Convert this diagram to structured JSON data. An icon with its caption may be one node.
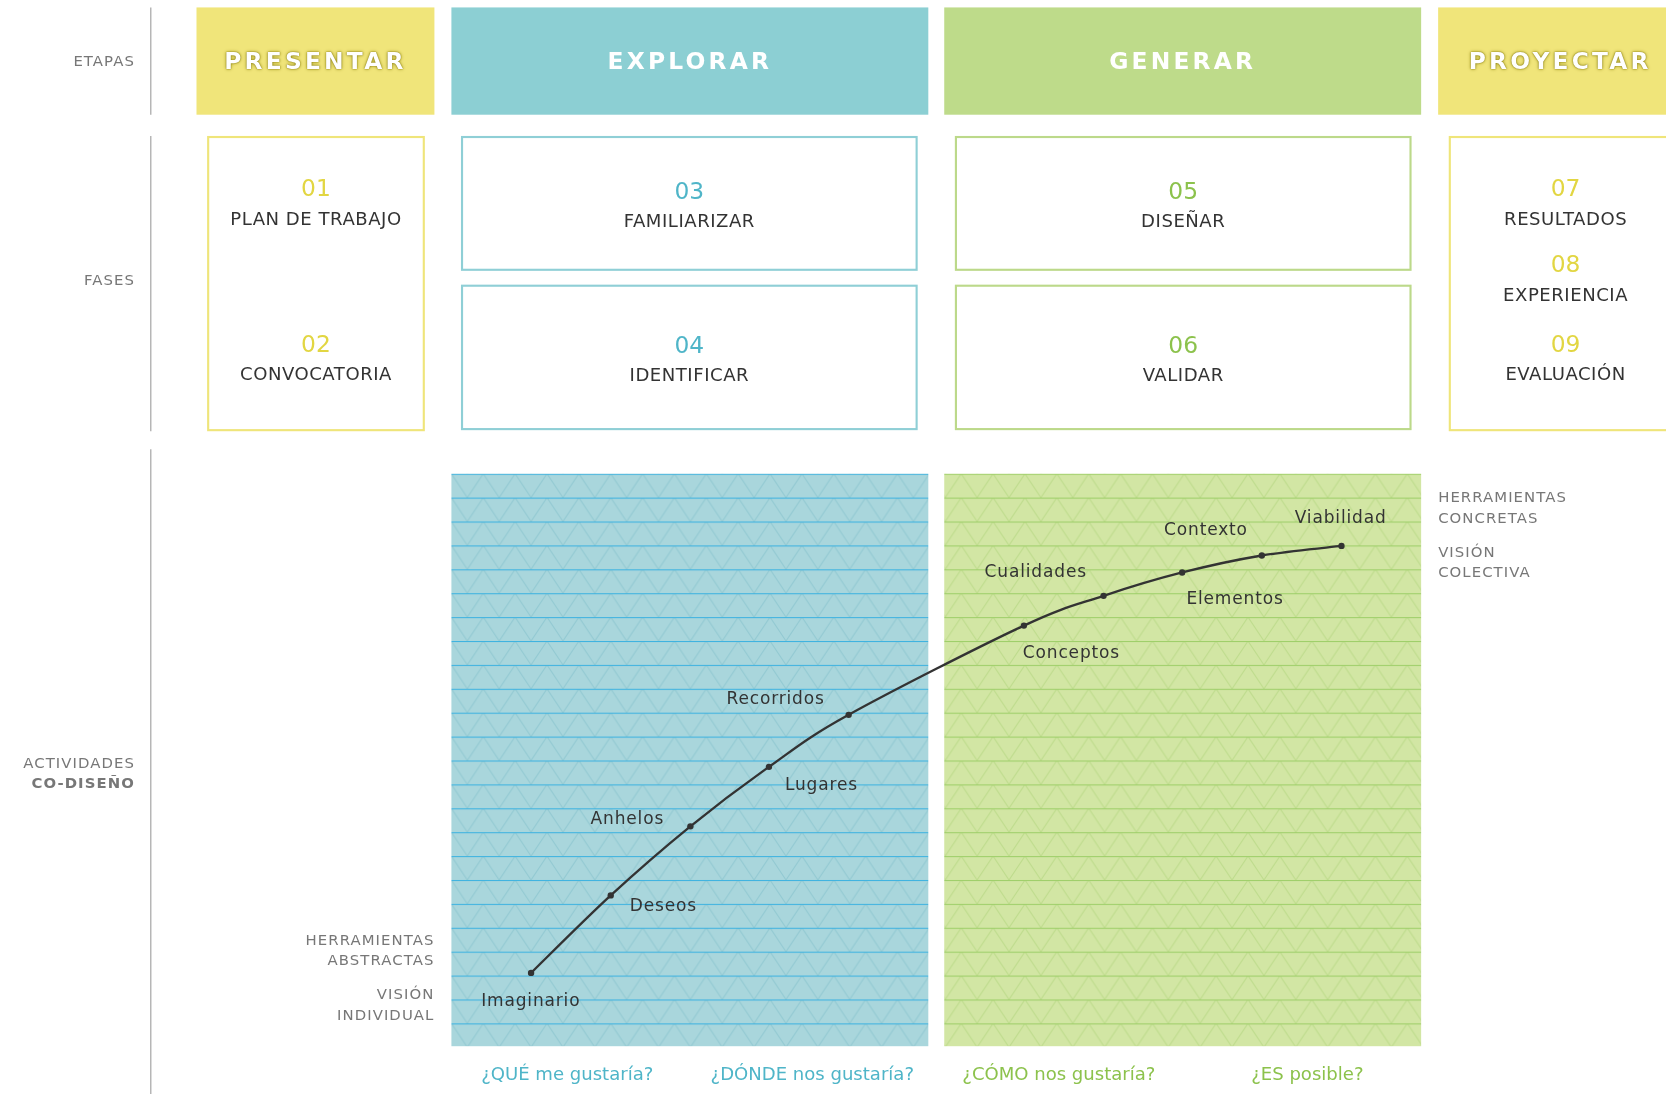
{
  "diagram": {
    "nodes": [
      {
        "text": [
          "PRESENTAR"
        ]
      },
      {
        "text": [
          "EXPLORAR"
        ]
      },
      {
        "text": [
          "GENERAR"
        ]
      },
      {
        "text": [
          "PROYECTAR"
        ]
      },
      {
        "text": [
          "01",
          "PLAN DE TRABAJO",
          "02",
          "CONVOCATORIA"
        ]
      },
      {
        "text": [
          "03",
          "FAMILIARIZAR"
        ]
      },
      {
        "text": [
          "04",
          "IDENTIFICAR"
        ]
      },
      {
        "text": [
          "05",
          "DISEÑAR"
        ]
      },
      {
        "text": [
          "06",
          "VALIDAR"
        ]
      },
      {
        "text": [
          "07",
          "RESULTADOS",
          "08",
          "EXPERIENCIA",
          "09",
          "EVALUACIÓN"
        ]
      }
    ],
    "labels": [
      "ETAPAS",
      "FASES",
      "HERRAMIENTAS CONCRETAS",
      "VISIÓN COLECTIVA",
      "Viabilidad",
      "Contexto",
      "Cualidades",
      "Elementos",
      "Conceptos",
      "Recorridos",
      "Lugares",
      "ACTIVIDADES **CO-DISEÑO**",
      "Anhelos",
      "Deseos",
      "HERRAMIENTAS ABSTRACTAS",
      "VISIÓN INDIVIDUAL",
      "Imaginario",
      "¿QUÉ me gustaría?",
      "¿DÓNDE nos gustaría?",
      "¿CÓMO nos gustaría?",
      "¿ES posible?"
    ]
  }
}
